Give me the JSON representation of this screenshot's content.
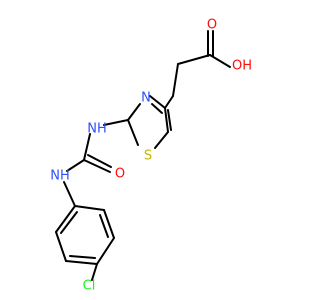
{
  "molecule": {
    "atoms": [
      {
        "id": "O_carbonyl_acid",
        "symbol": "O",
        "color": "#ff0d0d"
      },
      {
        "id": "OH_acid",
        "symbol": "OH",
        "color": "#ff0d0d"
      },
      {
        "id": "N_thiazole",
        "symbol": "N",
        "color": "#3050f8"
      },
      {
        "id": "S_thiazole",
        "symbol": "S",
        "color": "#c8b400"
      },
      {
        "id": "NH_upper",
        "symbol": "NH",
        "color": "#3050f8"
      },
      {
        "id": "O_urea",
        "symbol": "O",
        "color": "#ff0d0d"
      },
      {
        "id": "NH_lower",
        "symbol": "NH",
        "color": "#3050f8"
      },
      {
        "id": "Cl",
        "symbol": "Cl",
        "color": "#1ff01f"
      }
    ]
  }
}
